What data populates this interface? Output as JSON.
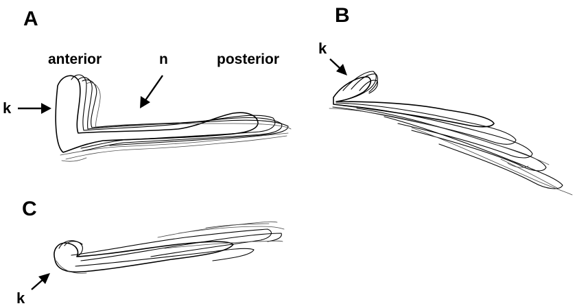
{
  "panels": {
    "a": {
      "letter": "A",
      "anterior_label": "anterior",
      "posterior_label": "posterior",
      "n_label": "n",
      "k_label": "k"
    },
    "b": {
      "letter": "B",
      "k_label": "k"
    },
    "c": {
      "letter": "C",
      "k_label": "k"
    }
  }
}
